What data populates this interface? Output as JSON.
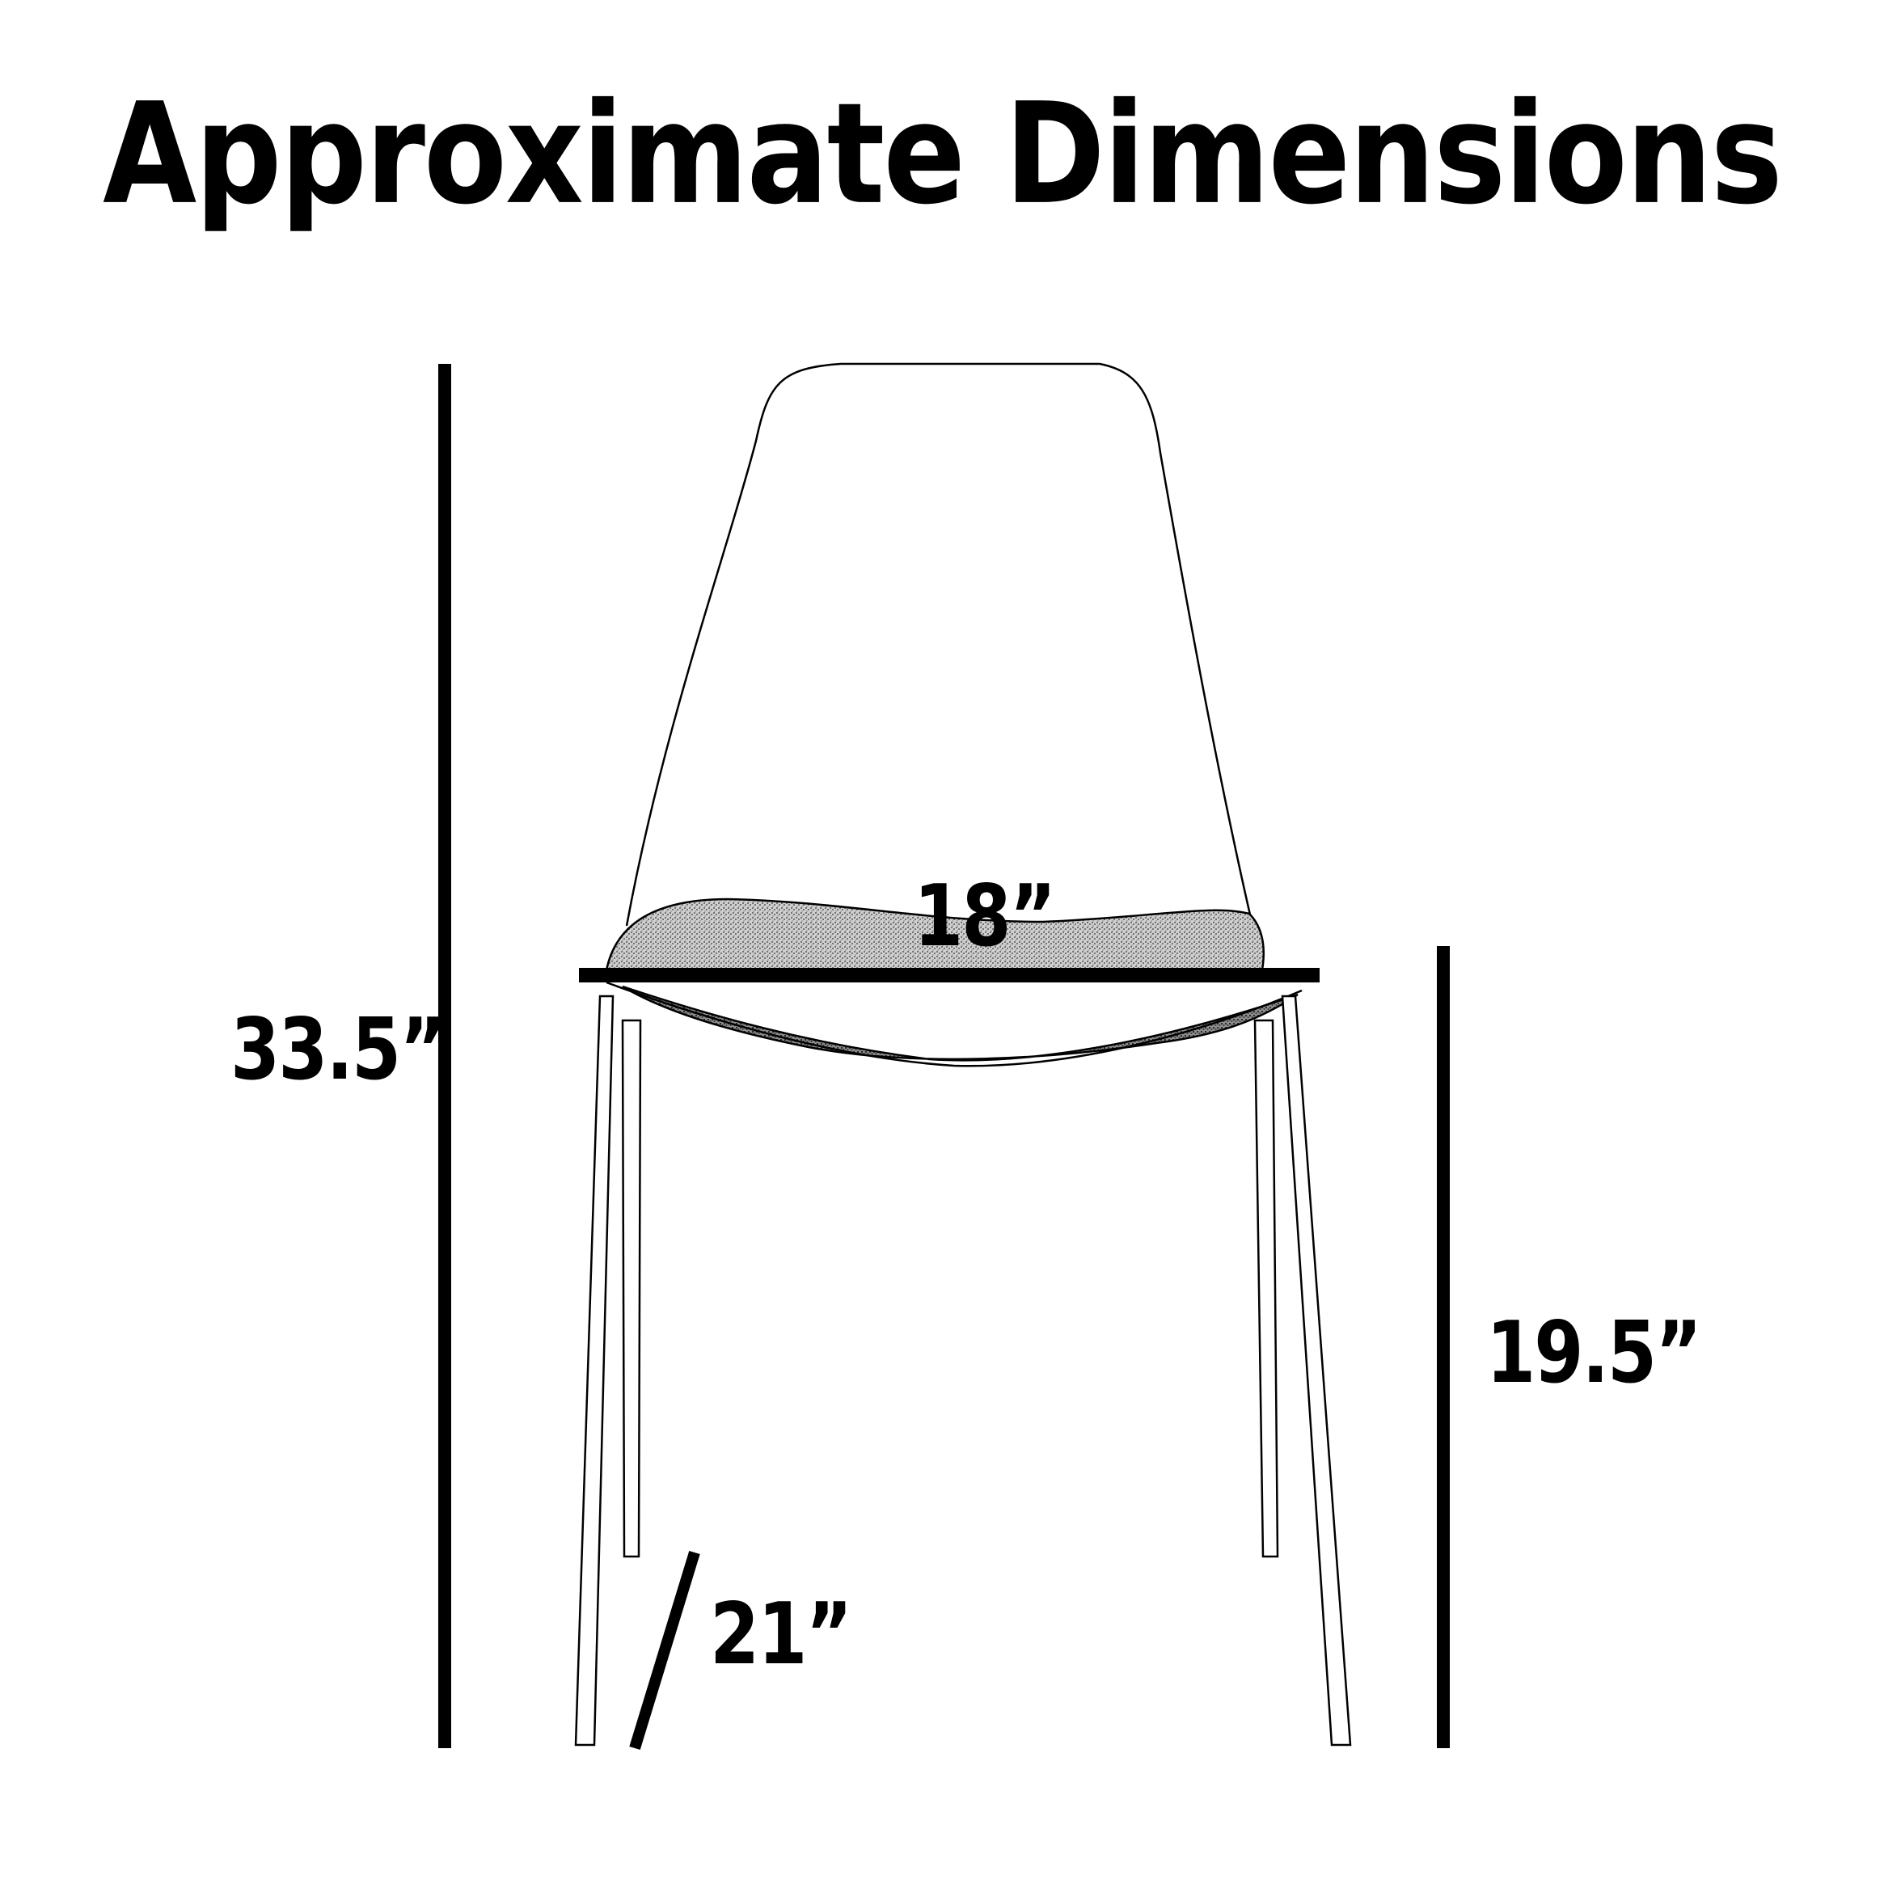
{
  "title": "Approximate Dimensions",
  "dimensions": {
    "overall_height": "33.5”",
    "seat_width": "18”",
    "seat_height": "19.5”",
    "depth": "21”"
  },
  "colors": {
    "line": "#000000",
    "background": "#ffffff",
    "seat_fill": "#9a9a9a"
  }
}
